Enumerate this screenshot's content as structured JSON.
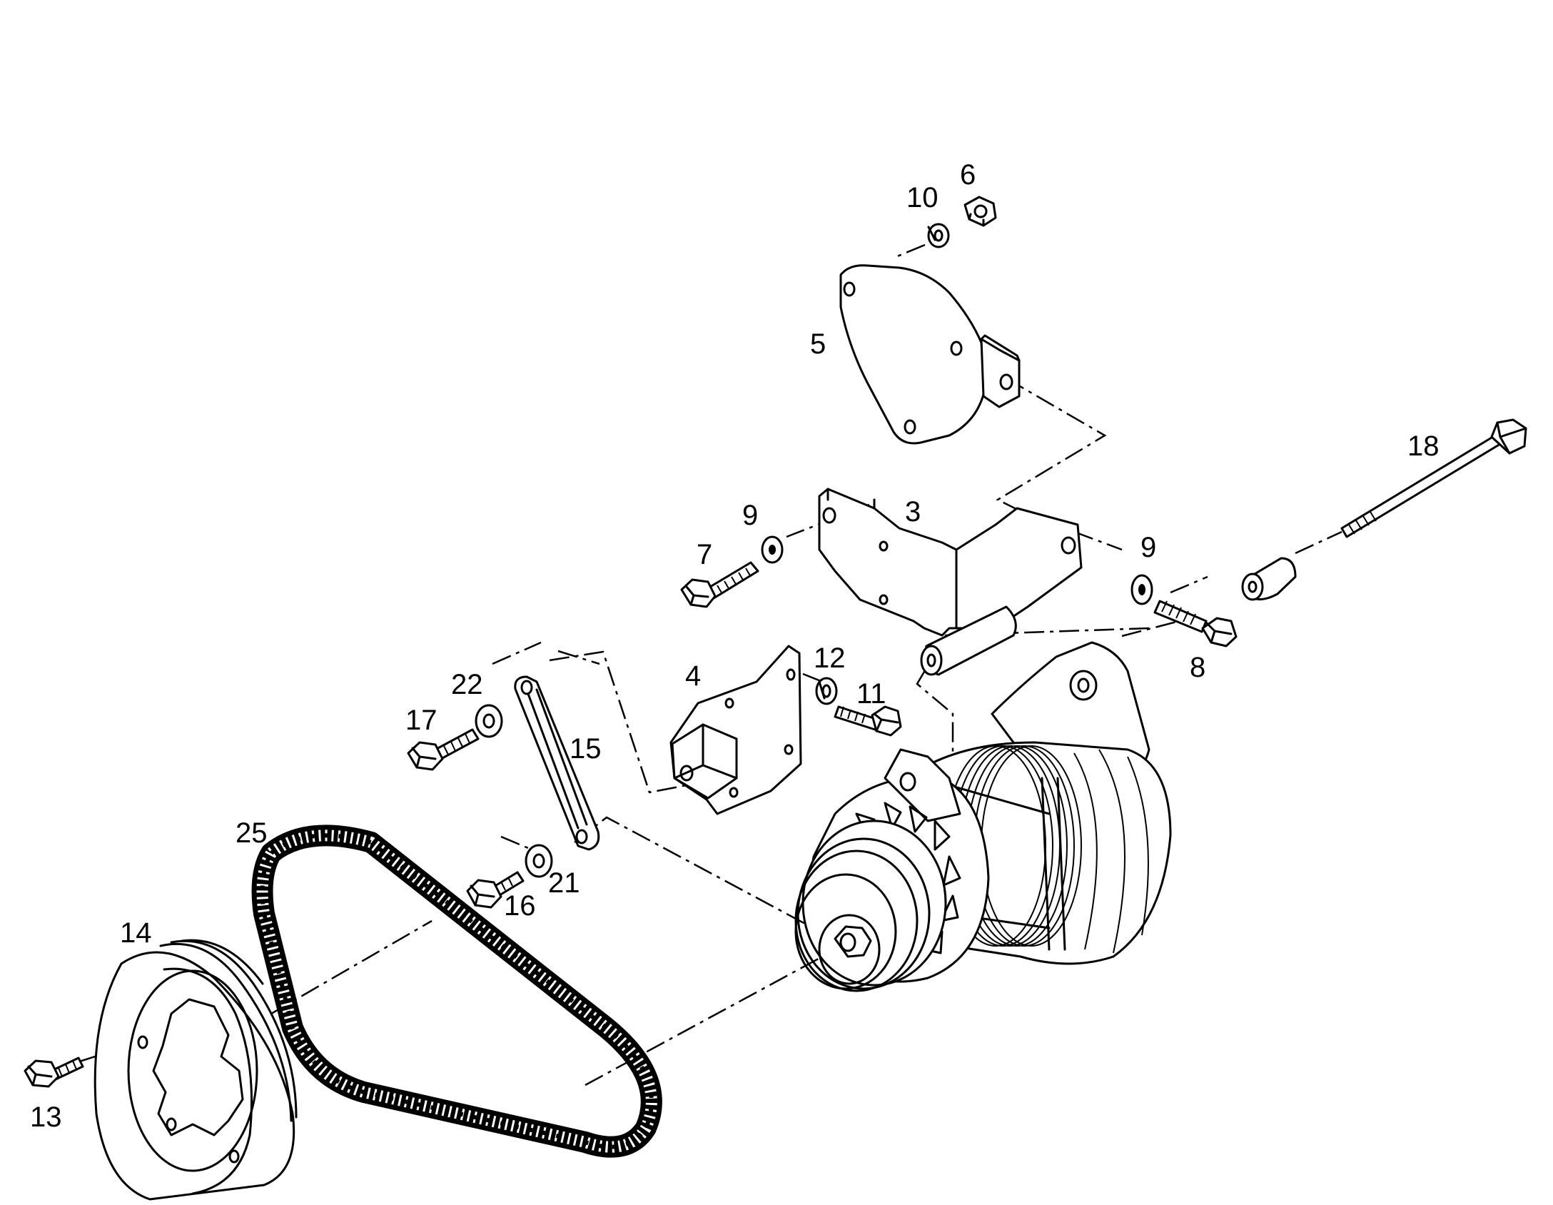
{
  "callouts": {
    "c3": "3",
    "c4": "4",
    "c5": "5",
    "c6": "6",
    "c7": "7",
    "c8": "8",
    "c9a": "9",
    "c9b": "9",
    "c10": "10",
    "c11": "11",
    "c12": "12",
    "c13": "13",
    "c14": "14",
    "c15": "15",
    "c16": "16",
    "c17": "17",
    "c18": "18",
    "c21": "21",
    "c22": "22",
    "c25": "25"
  },
  "colors": {
    "ink": "#000000",
    "paper": "#ffffff"
  }
}
